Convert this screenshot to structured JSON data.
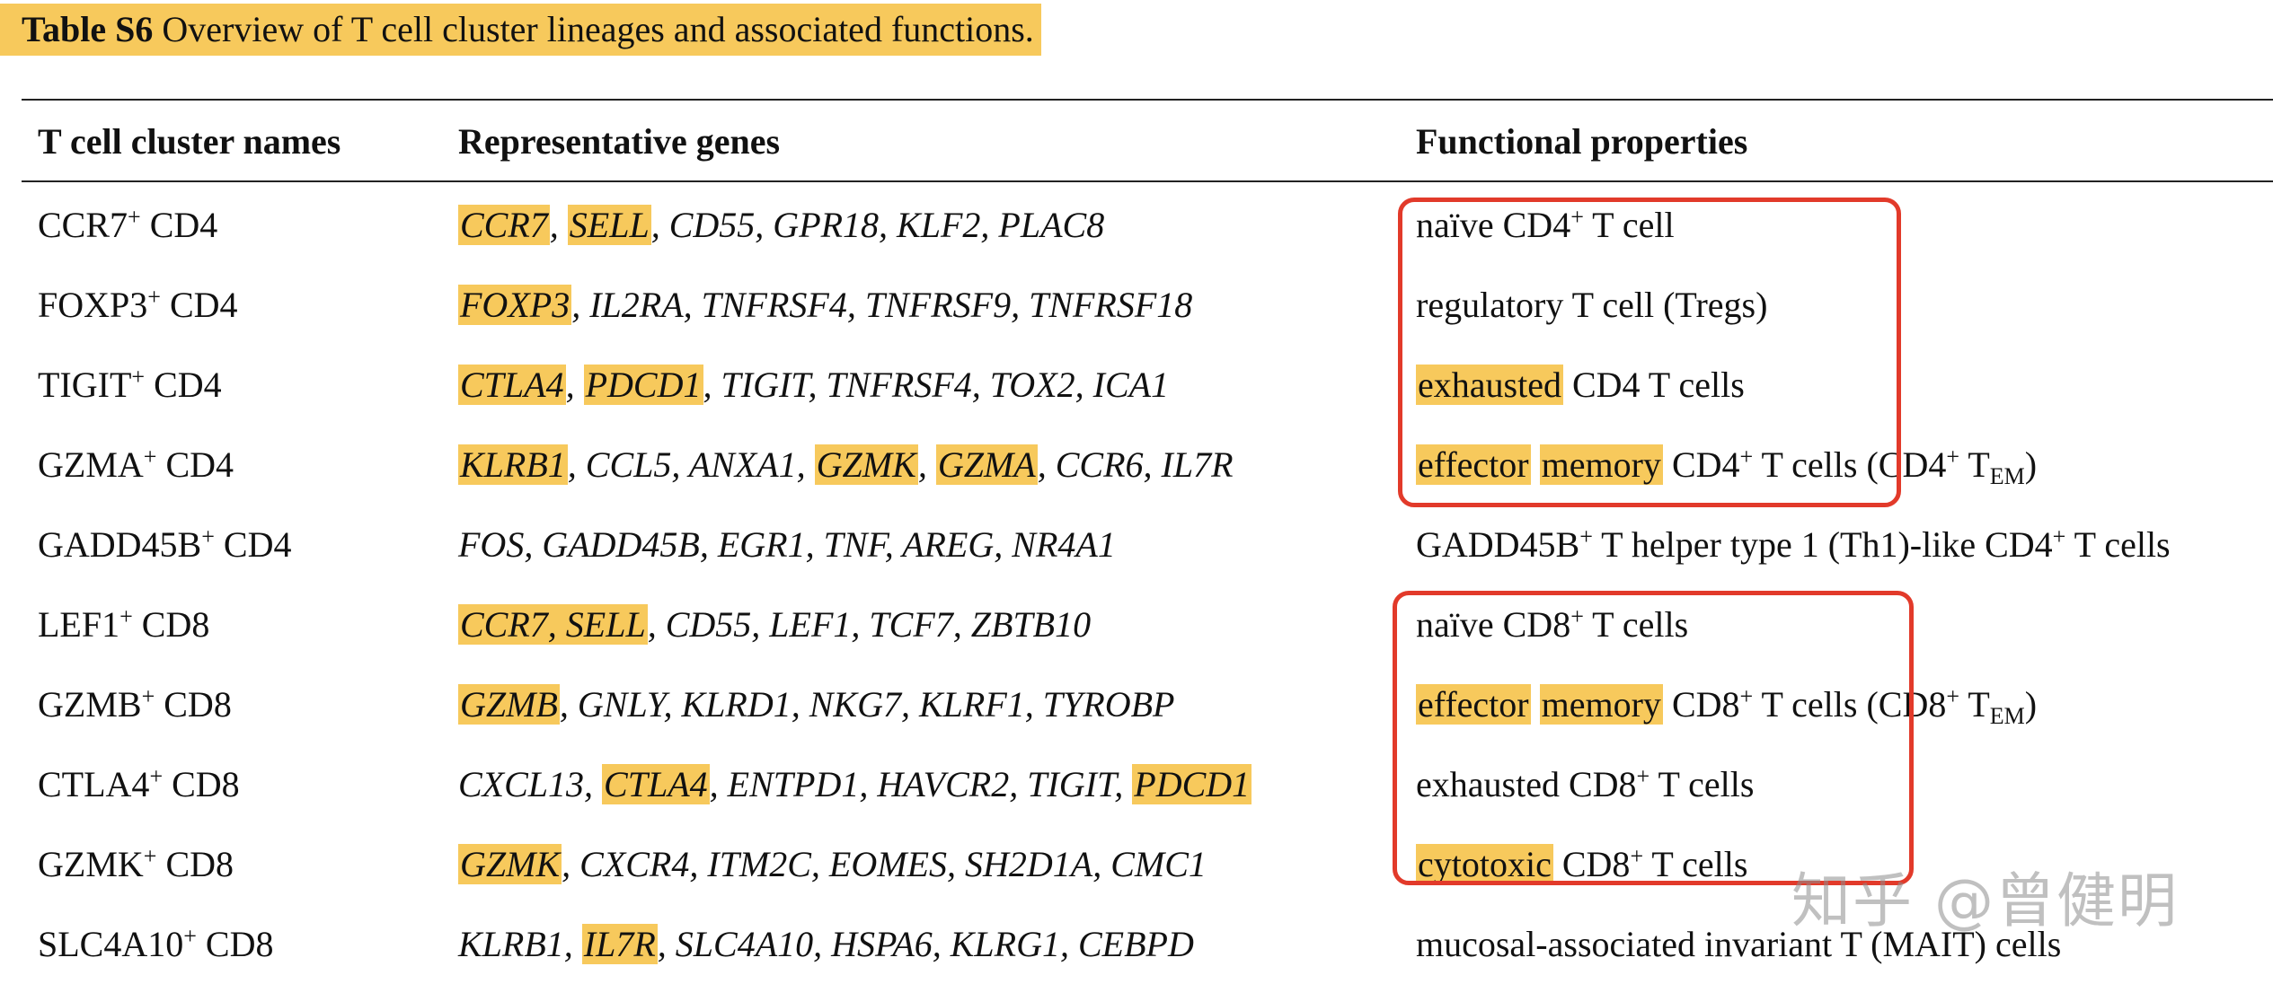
{
  "caption": {
    "label": "Table S6",
    "text": " Overview of T cell cluster lineages and associated functions."
  },
  "headers": [
    "T cell cluster names",
    "Representative genes",
    "Functional properties"
  ],
  "rows": [
    {
      "name": [
        [
          "CCR7"
        ],
        [
          "+",
          "sup"
        ],
        [
          " CD4"
        ]
      ],
      "genes": [
        [
          "CCR7",
          "hl"
        ],
        [
          ", "
        ],
        [
          "SELL",
          "hl"
        ],
        [
          ", CD55, GPR18, KLF2, PLAC8"
        ]
      ],
      "func": [
        [
          "naïve CD4"
        ],
        [
          "+",
          "sup"
        ],
        [
          " T cell"
        ]
      ]
    },
    {
      "name": [
        [
          "FOXP3"
        ],
        [
          "+",
          "sup"
        ],
        [
          " CD4"
        ]
      ],
      "genes": [
        [
          "FOXP3",
          "hl"
        ],
        [
          ", IL2RA, TNFRSF4, TNFRSF9, TNFRSF18"
        ]
      ],
      "func": [
        [
          "regulatory T cell (Tregs)"
        ]
      ]
    },
    {
      "name": [
        [
          "TIGIT"
        ],
        [
          "+",
          "sup"
        ],
        [
          " CD4"
        ]
      ],
      "genes": [
        [
          "CTLA4",
          "hl"
        ],
        [
          ", "
        ],
        [
          "PDCD1",
          "hl"
        ],
        [
          ", TIGIT, TNFRSF4, TOX2, ICA1"
        ]
      ],
      "func": [
        [
          "exhausted",
          "hl"
        ],
        [
          " CD4 T cells"
        ]
      ]
    },
    {
      "name": [
        [
          "GZMA"
        ],
        [
          "+",
          "sup"
        ],
        [
          " CD4"
        ]
      ],
      "genes": [
        [
          "KLRB1",
          "hl"
        ],
        [
          ", CCL5, ANXA1, "
        ],
        [
          "GZMK",
          "hl"
        ],
        [
          ", "
        ],
        [
          "GZMA",
          "hl"
        ],
        [
          ", CCR6, IL7R"
        ]
      ],
      "func": [
        [
          "effector",
          "hl"
        ],
        [
          " "
        ],
        [
          "memory",
          "hl"
        ],
        [
          " CD4"
        ],
        [
          "+",
          "sup"
        ],
        [
          " T cells (CD4"
        ],
        [
          "+",
          "sup"
        ],
        [
          " T"
        ],
        [
          "EM",
          "sub"
        ],
        [
          ")"
        ]
      ]
    },
    {
      "name": [
        [
          "GADD45B"
        ],
        [
          "+",
          "sup"
        ],
        [
          " CD4"
        ]
      ],
      "genes": [
        [
          "FOS, GADD45B, EGR1, TNF, AREG, NR4A1"
        ]
      ],
      "func": [
        [
          "GADD45B"
        ],
        [
          "+",
          "sup"
        ],
        [
          " T helper type 1 (Th1)-like CD4"
        ],
        [
          "+",
          "sup"
        ],
        [
          " T cells"
        ]
      ]
    },
    {
      "name": [
        [
          "LEF1"
        ],
        [
          "+",
          "sup"
        ],
        [
          " CD8"
        ]
      ],
      "genes": [
        [
          "CCR7, SELL",
          "hl"
        ],
        [
          ", CD55, LEF1, TCF7, ZBTB10"
        ]
      ],
      "func": [
        [
          "naïve CD8"
        ],
        [
          "+",
          "sup"
        ],
        [
          " T cells"
        ]
      ]
    },
    {
      "name": [
        [
          "GZMB"
        ],
        [
          "+",
          "sup"
        ],
        [
          " CD8"
        ]
      ],
      "genes": [
        [
          "GZMB",
          "hl"
        ],
        [
          ", GNLY, KLRD1, NKG7, KLRF1, TYROBP"
        ]
      ],
      "func": [
        [
          "effector",
          "hl"
        ],
        [
          " "
        ],
        [
          "memory",
          "hl"
        ],
        [
          " CD8"
        ],
        [
          "+",
          "sup"
        ],
        [
          " T cells (CD8"
        ],
        [
          "+",
          "sup"
        ],
        [
          " T"
        ],
        [
          "EM",
          "sub"
        ],
        [
          ")"
        ]
      ]
    },
    {
      "name": [
        [
          "CTLA4"
        ],
        [
          "+",
          "sup"
        ],
        [
          " CD8"
        ]
      ],
      "genes": [
        [
          "CXCL13, "
        ],
        [
          "CTLA4",
          "hl"
        ],
        [
          ", ENTPD1, HAVCR2, TIGIT, "
        ],
        [
          "PDCD1",
          "hl"
        ]
      ],
      "func": [
        [
          "exhausted CD8"
        ],
        [
          "+",
          "sup"
        ],
        [
          " T cells"
        ]
      ]
    },
    {
      "name": [
        [
          "GZMK"
        ],
        [
          "+",
          "sup"
        ],
        [
          " CD8"
        ]
      ],
      "genes": [
        [
          "GZMK",
          "hl"
        ],
        [
          ", CXCR4, ITM2C, EOMES, SH2D1A, CMC1"
        ]
      ],
      "func": [
        [
          "cytotoxic",
          "hl"
        ],
        [
          " CD8"
        ],
        [
          "+",
          "sup"
        ],
        [
          " T cells"
        ]
      ]
    },
    {
      "name": [
        [
          "SLC4A10"
        ],
        [
          "+",
          "sup"
        ],
        [
          " CD8"
        ]
      ],
      "genes": [
        [
          "KLRB1, "
        ],
        [
          "IL7R",
          "hl"
        ],
        [
          ", SLC4A10, HSPA6, KLRG1, CEBPD"
        ]
      ],
      "func": [
        [
          "mucosal-associated invariant T (MAIT) cells"
        ]
      ]
    }
  ],
  "watermark": "知乎 @曾健明",
  "colors": {
    "highlight": "#f7c95c",
    "annotation_box": "#e23a2a"
  }
}
